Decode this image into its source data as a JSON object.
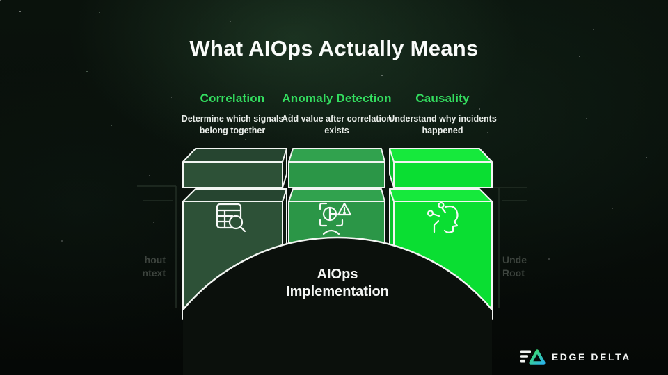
{
  "slide": {
    "title": "What AIOps Actually Means"
  },
  "columns": [
    {
      "label": "Correlation",
      "description": "Determine which signals belong together",
      "icon": "table-search-icon"
    },
    {
      "label": "Anomaly Detection",
      "description": "Add value after correlation exists",
      "icon": "anomaly-scan-icon"
    },
    {
      "label": "Causality",
      "description": "Understand why incidents happened",
      "icon": "causal-mind-icon"
    }
  ],
  "dome": {
    "label": "AIOps Implementation"
  },
  "ghost_left": {
    "line1": "hout",
    "line2": "ntext"
  },
  "ghost_right": {
    "line1": "Unde",
    "line2": "Root"
  },
  "logo": {
    "text": "EDGE DELTA"
  },
  "colors": {
    "header_green": "#33dd5f",
    "box1_front": "#2d5137",
    "box1_top": "#264530",
    "box1_side": "#101a12",
    "box2_front": "#2b9647",
    "box2_top": "#31a24e",
    "box3_front": "#0ade32",
    "box3_top": "#16e93c",
    "box3_side": "#09c02c",
    "dome_fill": "#0b100c",
    "outline_white": "#f2f5f2",
    "logo_gradient_start": "#3ee05f",
    "logo_gradient_end": "#2bb3e8"
  }
}
